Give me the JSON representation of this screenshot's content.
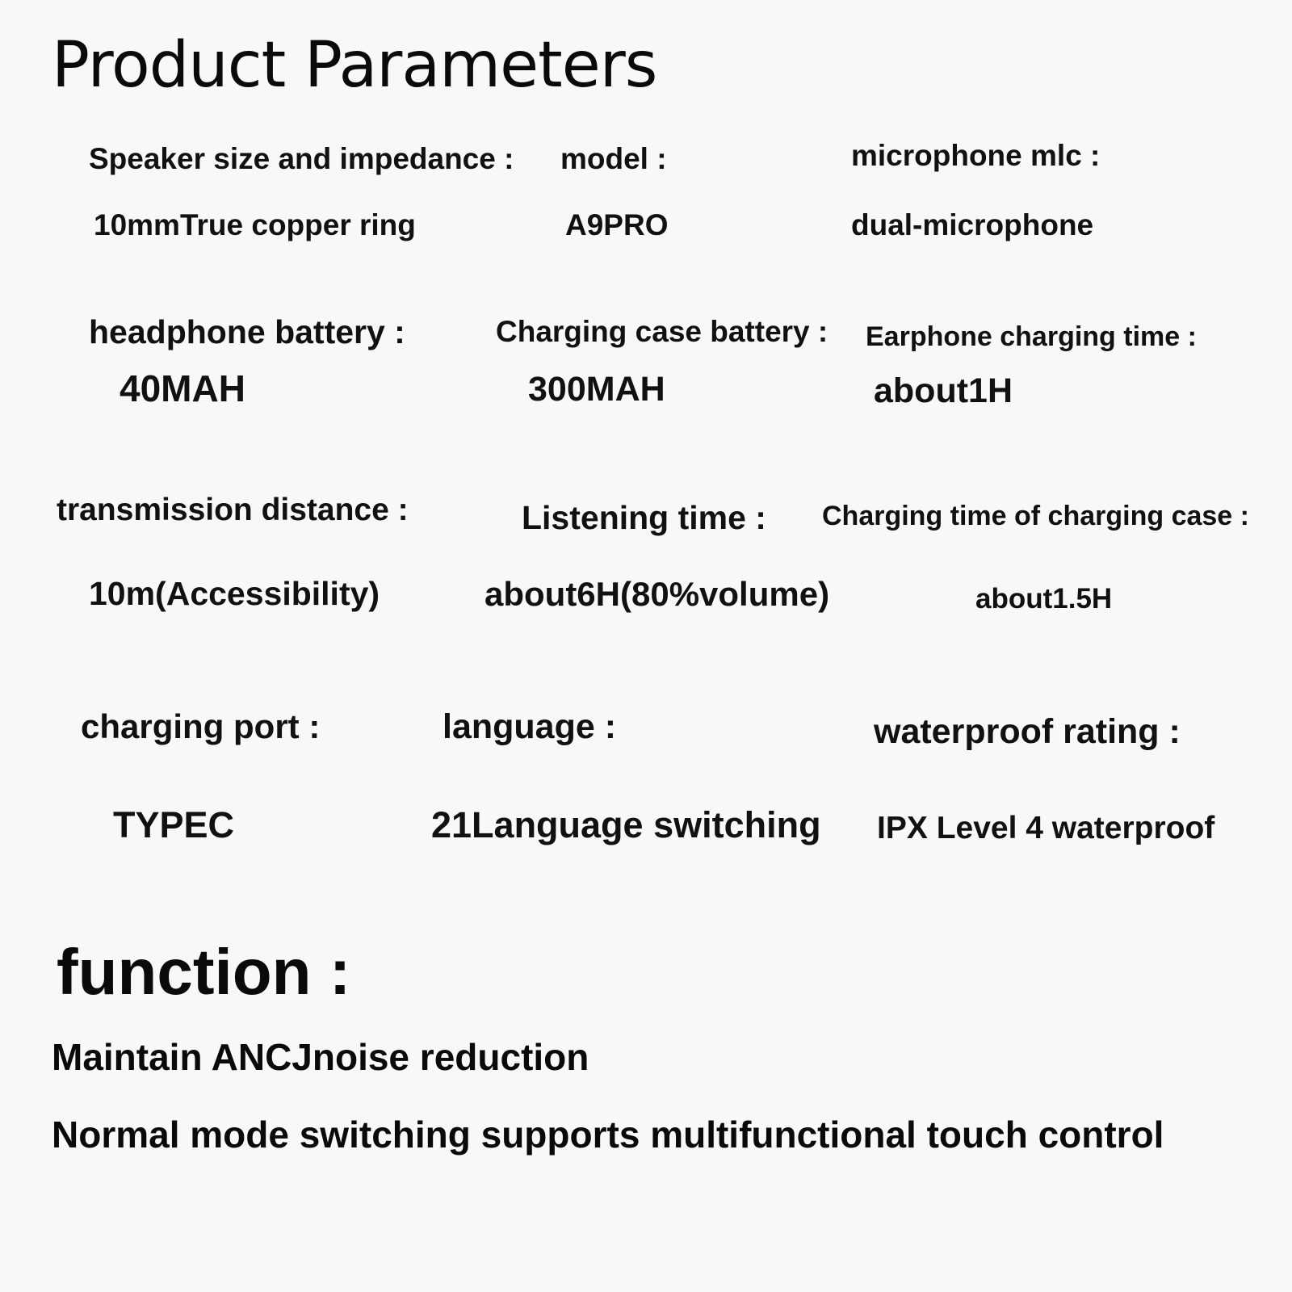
{
  "page_title": "Product Parameters",
  "params": {
    "speaker": {
      "label": "Speaker size and impedance :",
      "value": "10mmTrue copper ring"
    },
    "model": {
      "label": "model  :",
      "value": "A9PRO"
    },
    "microphone": {
      "label": "microphone mlc  :",
      "value": "dual-microphone"
    },
    "headphone_battery": {
      "label": "headphone battery  :",
      "value": "40MAH"
    },
    "case_battery": {
      "label": "Charging case battery  :",
      "value": "300MAH"
    },
    "earphone_charging_time": {
      "label": "Earphone charging time  :",
      "value": "about1H"
    },
    "transmission_distance": {
      "label": "transmission distance  :",
      "value": "10m(Accessibility)"
    },
    "listening_time": {
      "label": "Listening time  :",
      "value": "about6H(80%volume)"
    },
    "case_charging_time": {
      "label": "Charging time of charging case :",
      "value": "about1.5H"
    },
    "charging_port": {
      "label": "charging port  :",
      "value": "TYPEC"
    },
    "language": {
      "label": "language  :",
      "value": "21Language switching"
    },
    "waterproof": {
      "label": "waterproof rating  :",
      "value": "IPX Level 4 waterproof"
    }
  },
  "function": {
    "heading": "function  :",
    "items": [
      "Maintain ANCJnoise reduction",
      "Normal mode switching supports multifunctional touch control"
    ]
  }
}
